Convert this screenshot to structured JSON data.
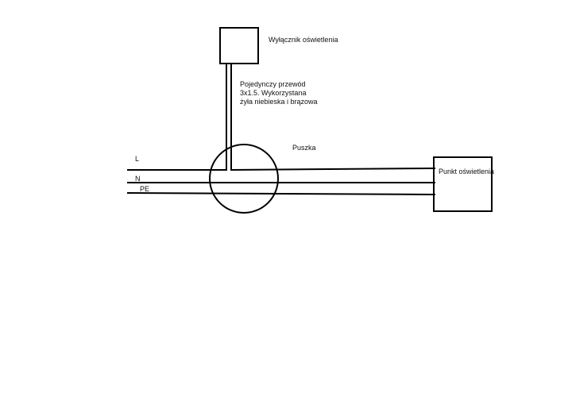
{
  "switch_label": "Wyłącznik oświetlenia",
  "cable_note": {
    "line1": "Pojedynczy przewód",
    "line2": "3x1.5. Wykorzystana",
    "line3": "żyła niebieska i brązowa"
  },
  "junction_box_label": "Puszka",
  "light_point_label": "Punkt oświetlenia",
  "wire_labels": {
    "l": "L",
    "n": "N",
    "pe": "PE"
  },
  "colors": {
    "stroke": "#000000",
    "background": "#ffffff"
  }
}
